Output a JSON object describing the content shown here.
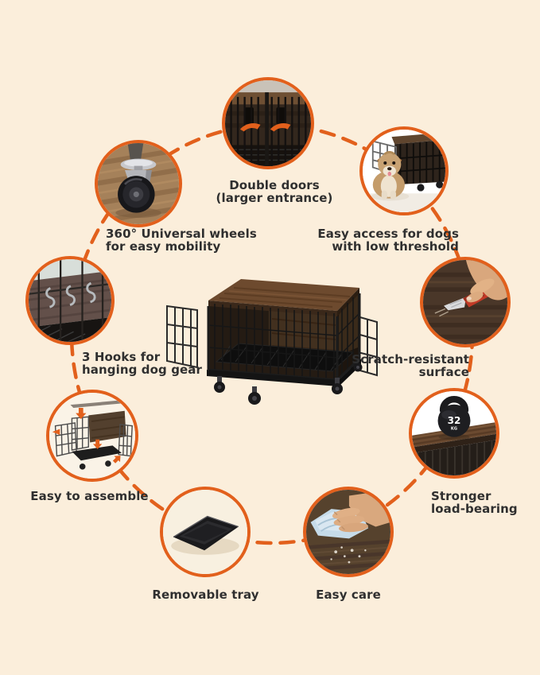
{
  "theme": {
    "accent": "#E2601C",
    "background": "#FBEEDB",
    "text": "#2F2F2F"
  },
  "center_product": {
    "alt": "Dog crate furniture with wooden top, double open wire doors, removable tray and wheels"
  },
  "kettlebell": {
    "weight": "32",
    "unit": "KG"
  },
  "features": [
    {
      "id": "double-doors",
      "image": "crate double doors with orange opening arrows",
      "label_lines": [
        "Double doors",
        "(larger entrance)"
      ]
    },
    {
      "id": "universal-wheels",
      "image": "swivel caster wheel on wood floor",
      "label_lines": [
        "360° Universal wheels",
        "for easy mobility"
      ]
    },
    {
      "id": "easy-access",
      "image": "puppy sitting beside open crate door",
      "label_lines": [
        "Easy access for dogs",
        "with low threshold"
      ]
    },
    {
      "id": "hanging-hooks",
      "image": "three metal S-hooks on crate wires",
      "label_lines": [
        "3 Hooks for",
        "hanging dog gear"
      ]
    },
    {
      "id": "scratch-resistant",
      "image": "utility knife scratching wooden surface",
      "label_lines": [
        "Scratch-resistant",
        "surface"
      ]
    },
    {
      "id": "easy-assemble",
      "image": "exploded assembly diagram of crate parts",
      "label_lines": [
        "Easy to assemble"
      ]
    },
    {
      "id": "load-bearing",
      "image": "32 kg kettlebell standing on wooden tabletop",
      "label_lines": [
        "Stronger",
        "load-bearing"
      ]
    },
    {
      "id": "removable-tray",
      "image": "black removable tray",
      "label_lines": [
        "Removable tray"
      ]
    },
    {
      "id": "easy-care",
      "image": "hand wiping wood surface with blue cloth",
      "label_lines": [
        "Easy care"
      ]
    }
  ]
}
